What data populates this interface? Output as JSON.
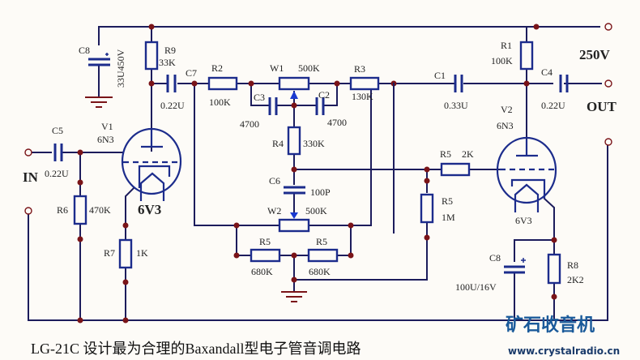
{
  "title": "LG-21C  设计最为合理的Baxandall型电子管音调电路",
  "watermark": {
    "brand": "矿石收音机",
    "url": "www.crystalradio.cn"
  },
  "terminals": {
    "input": "IN",
    "output": "OUT",
    "supply": "250V"
  },
  "tubes": [
    {
      "ref": "V1",
      "type": "6N3",
      "heater": "6V3"
    },
    {
      "ref": "V2",
      "type": "6N3",
      "heater": "6V3"
    }
  ],
  "components": {
    "C8a": {
      "ref": "C8",
      "value": "33U450V"
    },
    "R9": {
      "ref": "R9",
      "value": "33K"
    },
    "C7": {
      "ref": "C7",
      "value": "0.22U"
    },
    "R2": {
      "ref": "R2",
      "value": "100K"
    },
    "W1": {
      "ref": "W1",
      "value": "500K"
    },
    "R3": {
      "ref": "R3",
      "value": "130K"
    },
    "C3": {
      "ref": "C3",
      "value": "4700"
    },
    "C2": {
      "ref": "C2",
      "value": "4700"
    },
    "R4": {
      "ref": "R4",
      "value": "330K"
    },
    "C6": {
      "ref": "C6",
      "value": "100P"
    },
    "W2": {
      "ref": "W2",
      "value": "500K"
    },
    "R5a": {
      "ref": "R5",
      "value": "680K"
    },
    "R5b": {
      "ref": "R5",
      "value": "680K"
    },
    "R5c": {
      "ref": "R5",
      "value": "1M"
    },
    "R5d": {
      "ref": "R5",
      "value": "2K"
    },
    "C1": {
      "ref": "C1",
      "value": "0.33U"
    },
    "R1": {
      "ref": "R1",
      "value": "100K"
    },
    "C4": {
      "ref": "C4",
      "value": "0.22U"
    },
    "C5": {
      "ref": "C5",
      "value": "0.22U"
    },
    "R6": {
      "ref": "R6",
      "value": "470K"
    },
    "R7": {
      "ref": "R7",
      "value": "1K"
    },
    "C8b": {
      "ref": "C8",
      "value": "100U/16V"
    },
    "R8": {
      "ref": "R8",
      "value": "2K2"
    }
  }
}
